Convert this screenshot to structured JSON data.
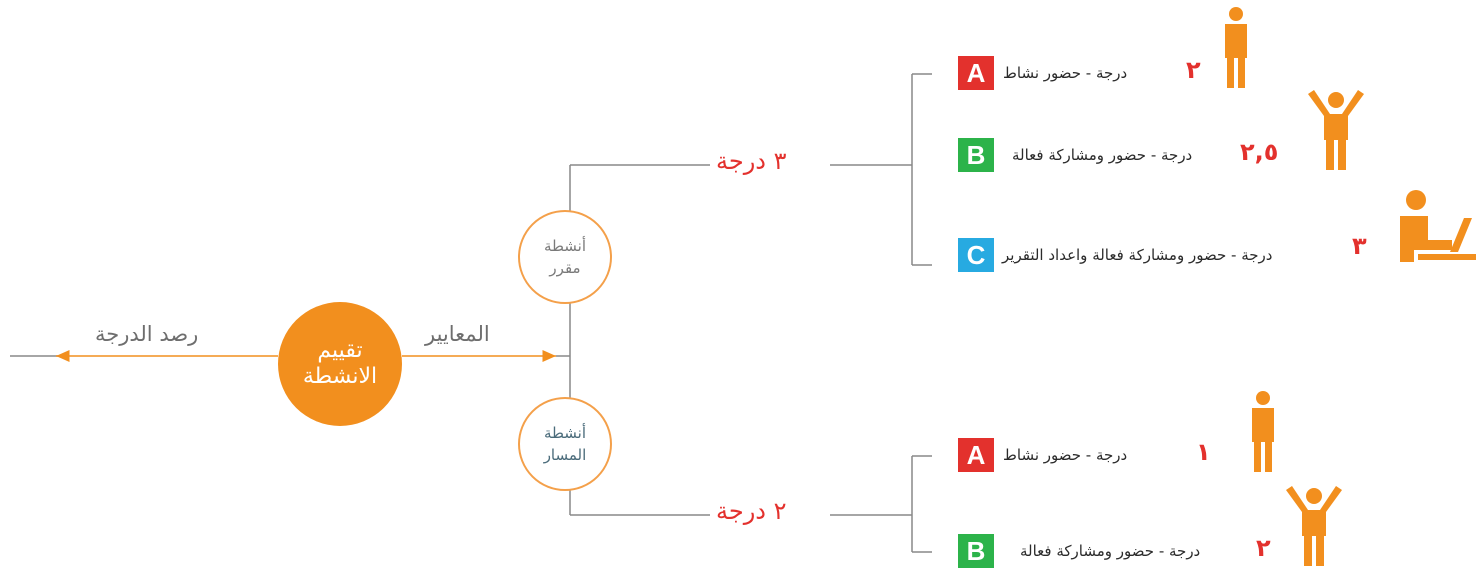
{
  "center": {
    "line1": "تقييم",
    "line2": "الانشطة"
  },
  "left_label": "رصد الدرجة",
  "criteria_label": "المعايير",
  "course_node": {
    "line1": "أنشطة",
    "line2": "مقرر"
  },
  "track_node": {
    "line1": "أنشطة",
    "line2": "المسار"
  },
  "course_total": "٣ درجة",
  "track_total": "٢ درجة",
  "colors": {
    "orange": "#f28f1e",
    "red": "#e3312d",
    "green": "#2cb34a",
    "blue": "#27aae1",
    "line": "#888888"
  },
  "course_levels": [
    {
      "badge": "A",
      "badge_color": "#e3312d",
      "text": "درجة - حضور نشاط",
      "value": "٢",
      "icon": "standing-person-icon"
    },
    {
      "badge": "B",
      "badge_color": "#2cb34a",
      "text": "درجة - حضور ومشاركة فعالة",
      "value": "٢,٥",
      "icon": "raised-arms-person-icon"
    },
    {
      "badge": "C",
      "badge_color": "#27aae1",
      "text": "درجة - حضور ومشاركة فعالة واعداد التقرير",
      "value": "٣",
      "icon": "person-at-laptop-icon"
    }
  ],
  "track_levels": [
    {
      "badge": "A",
      "badge_color": "#e3312d",
      "text": "درجة - حضور نشاط",
      "value": "١",
      "icon": "standing-person-icon"
    },
    {
      "badge": "B",
      "badge_color": "#2cb34a",
      "text": "درجة - حضور ومشاركة فعالة",
      "value": "٢",
      "icon": "raised-arms-person-icon"
    }
  ]
}
